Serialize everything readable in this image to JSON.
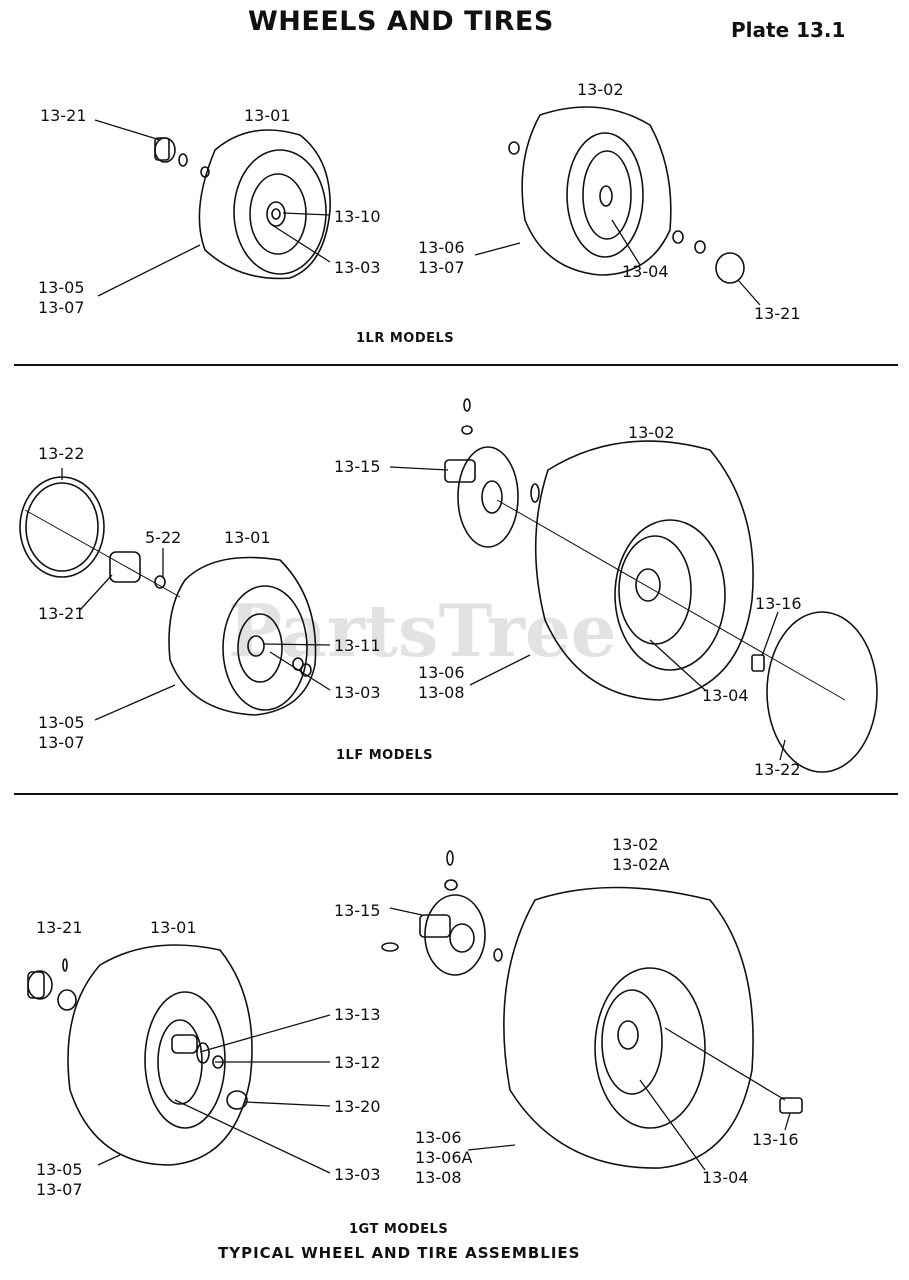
{
  "header": {
    "title": "WHEELS AND TIRES",
    "plate": "Plate 13.1"
  },
  "watermark": "PartsTree",
  "sections": {
    "lr": {
      "label": "1LR MODELS",
      "parts": {
        "spacer_left": "13-21",
        "wheel_left": "13-01",
        "bushing_left": "13-10",
        "rim_left": "13-03",
        "tire_left_a": "13-05",
        "tire_left_b": "13-07",
        "wheel_right": "13-02",
        "tire_right_a": "13-06",
        "tire_right_b": "13-07",
        "rim_right": "13-04",
        "spacer_right": "13-21"
      }
    },
    "lf": {
      "label": "1LF MODELS",
      "parts": {
        "cap_left": "13-22",
        "spacer_left": "13-21",
        "bolt_left": "5-22",
        "wheel_left": "13-01",
        "bushing_left": "13-11",
        "rim_left": "13-03",
        "tire_left_a": "13-05",
        "tire_left_b": "13-07",
        "hub": "13-15",
        "wheel_right": "13-02",
        "bolt_right": "13-16",
        "tire_right_a": "13-06",
        "tire_right_b": "13-08",
        "rim_right": "13-04",
        "cap_right": "13-22"
      }
    },
    "gt": {
      "label": "1GT MODELS",
      "parts": {
        "spacer_left": "13-21",
        "wheel_left": "13-01",
        "bearing_a": "13-13",
        "bearing_b": "13-12",
        "cap_left": "13-20",
        "rim_left": "13-03",
        "tire_left_a": "13-05",
        "tire_left_b": "13-07",
        "hub": "13-15",
        "wheel_right_a": "13-02",
        "wheel_right_b": "13-02A",
        "bolt_right": "13-16",
        "tire_right_a": "13-06",
        "tire_right_b": "13-06A",
        "tire_right_c": "13-08",
        "rim_right": "13-04"
      }
    }
  },
  "footer": "TYPICAL WHEEL AND TIRE ASSEMBLIES"
}
